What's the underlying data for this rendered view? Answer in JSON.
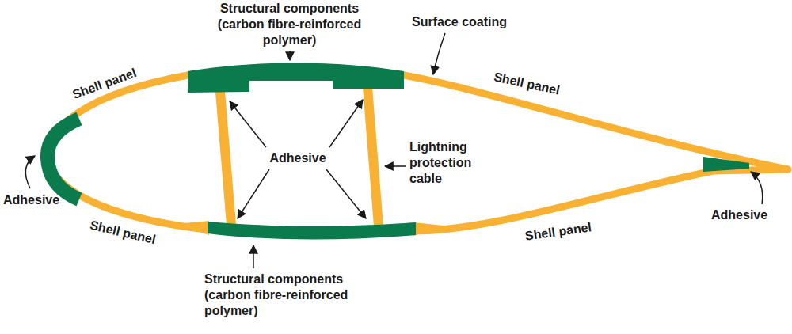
{
  "diagram": {
    "labels": [
      "Structural components (carbon fibre-reinforced polymer)",
      "Surface coating",
      "Shell panel",
      "Shell panel",
      "Adhesive",
      "Lightning protection cable",
      "Adhesive",
      "Shell panel",
      "Adhesive",
      "Shell panel",
      "Structural components (carbon fibre-reinforced polymer)"
    ]
  }
}
